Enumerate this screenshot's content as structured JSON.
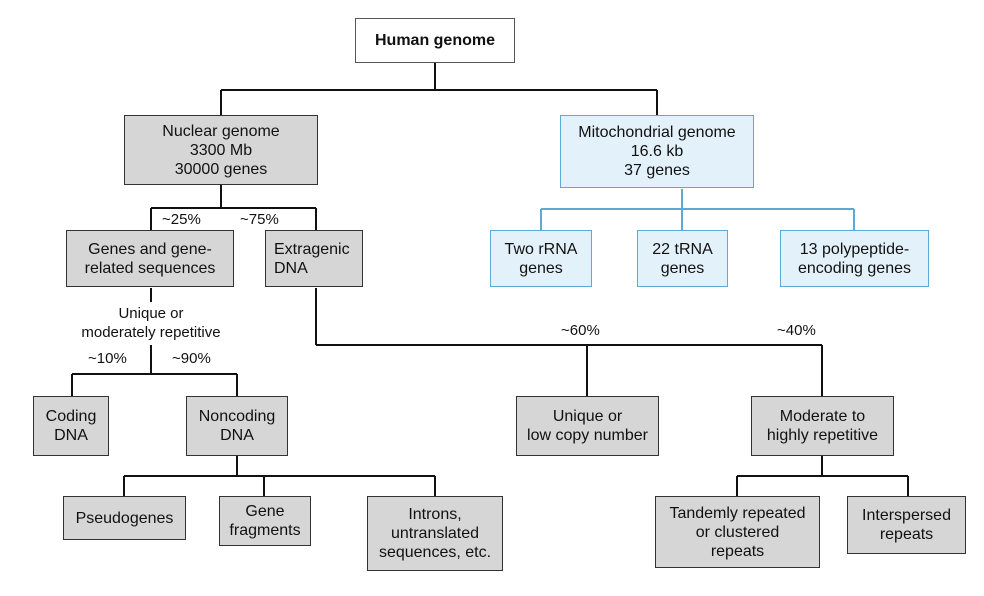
{
  "root": {
    "label": "Human genome"
  },
  "nuclear": {
    "lines": [
      "Nuclear genome",
      "3300 Mb",
      "30000 genes"
    ]
  },
  "mito": {
    "lines": [
      "Mitochondrial genome",
      "16.6 kb",
      "37 genes"
    ]
  },
  "mito_children": {
    "rrna": [
      "Two rRNA",
      "genes"
    ],
    "trna": [
      "22 tRNA",
      "genes"
    ],
    "poly": [
      "13 polypeptide-",
      "encoding genes"
    ]
  },
  "pct": {
    "p25": "~25%",
    "p75": "~75%",
    "p10": "~10%",
    "p90": "~90%",
    "p60": "~60%",
    "p40": "~40%"
  },
  "genes": {
    "lines": [
      "Genes and gene-",
      "related sequences"
    ]
  },
  "extragenic": {
    "lines": [
      "Extragenic",
      "DNA"
    ]
  },
  "unique_mod": {
    "lines": [
      "Unique or",
      "moderately repetitive"
    ]
  },
  "coding": {
    "lines": [
      "Coding",
      "DNA"
    ]
  },
  "noncoding": {
    "lines": [
      "Noncoding",
      "DNA"
    ]
  },
  "pseudogenes": {
    "label": "Pseudogenes"
  },
  "fragments": {
    "lines": [
      "Gene",
      "fragments"
    ]
  },
  "introns": {
    "lines": [
      "Introns,",
      "untranslated",
      "sequences, etc."
    ]
  },
  "unique_low": {
    "lines": [
      "Unique or",
      "low copy number"
    ]
  },
  "moderate": {
    "lines": [
      "Moderate to",
      "highly repetitive"
    ]
  },
  "tandem": {
    "lines": [
      "Tandemly repeated",
      "or clustered",
      "repeats"
    ]
  },
  "interspersed": {
    "lines": [
      "Interspersed",
      "repeats"
    ]
  }
}
